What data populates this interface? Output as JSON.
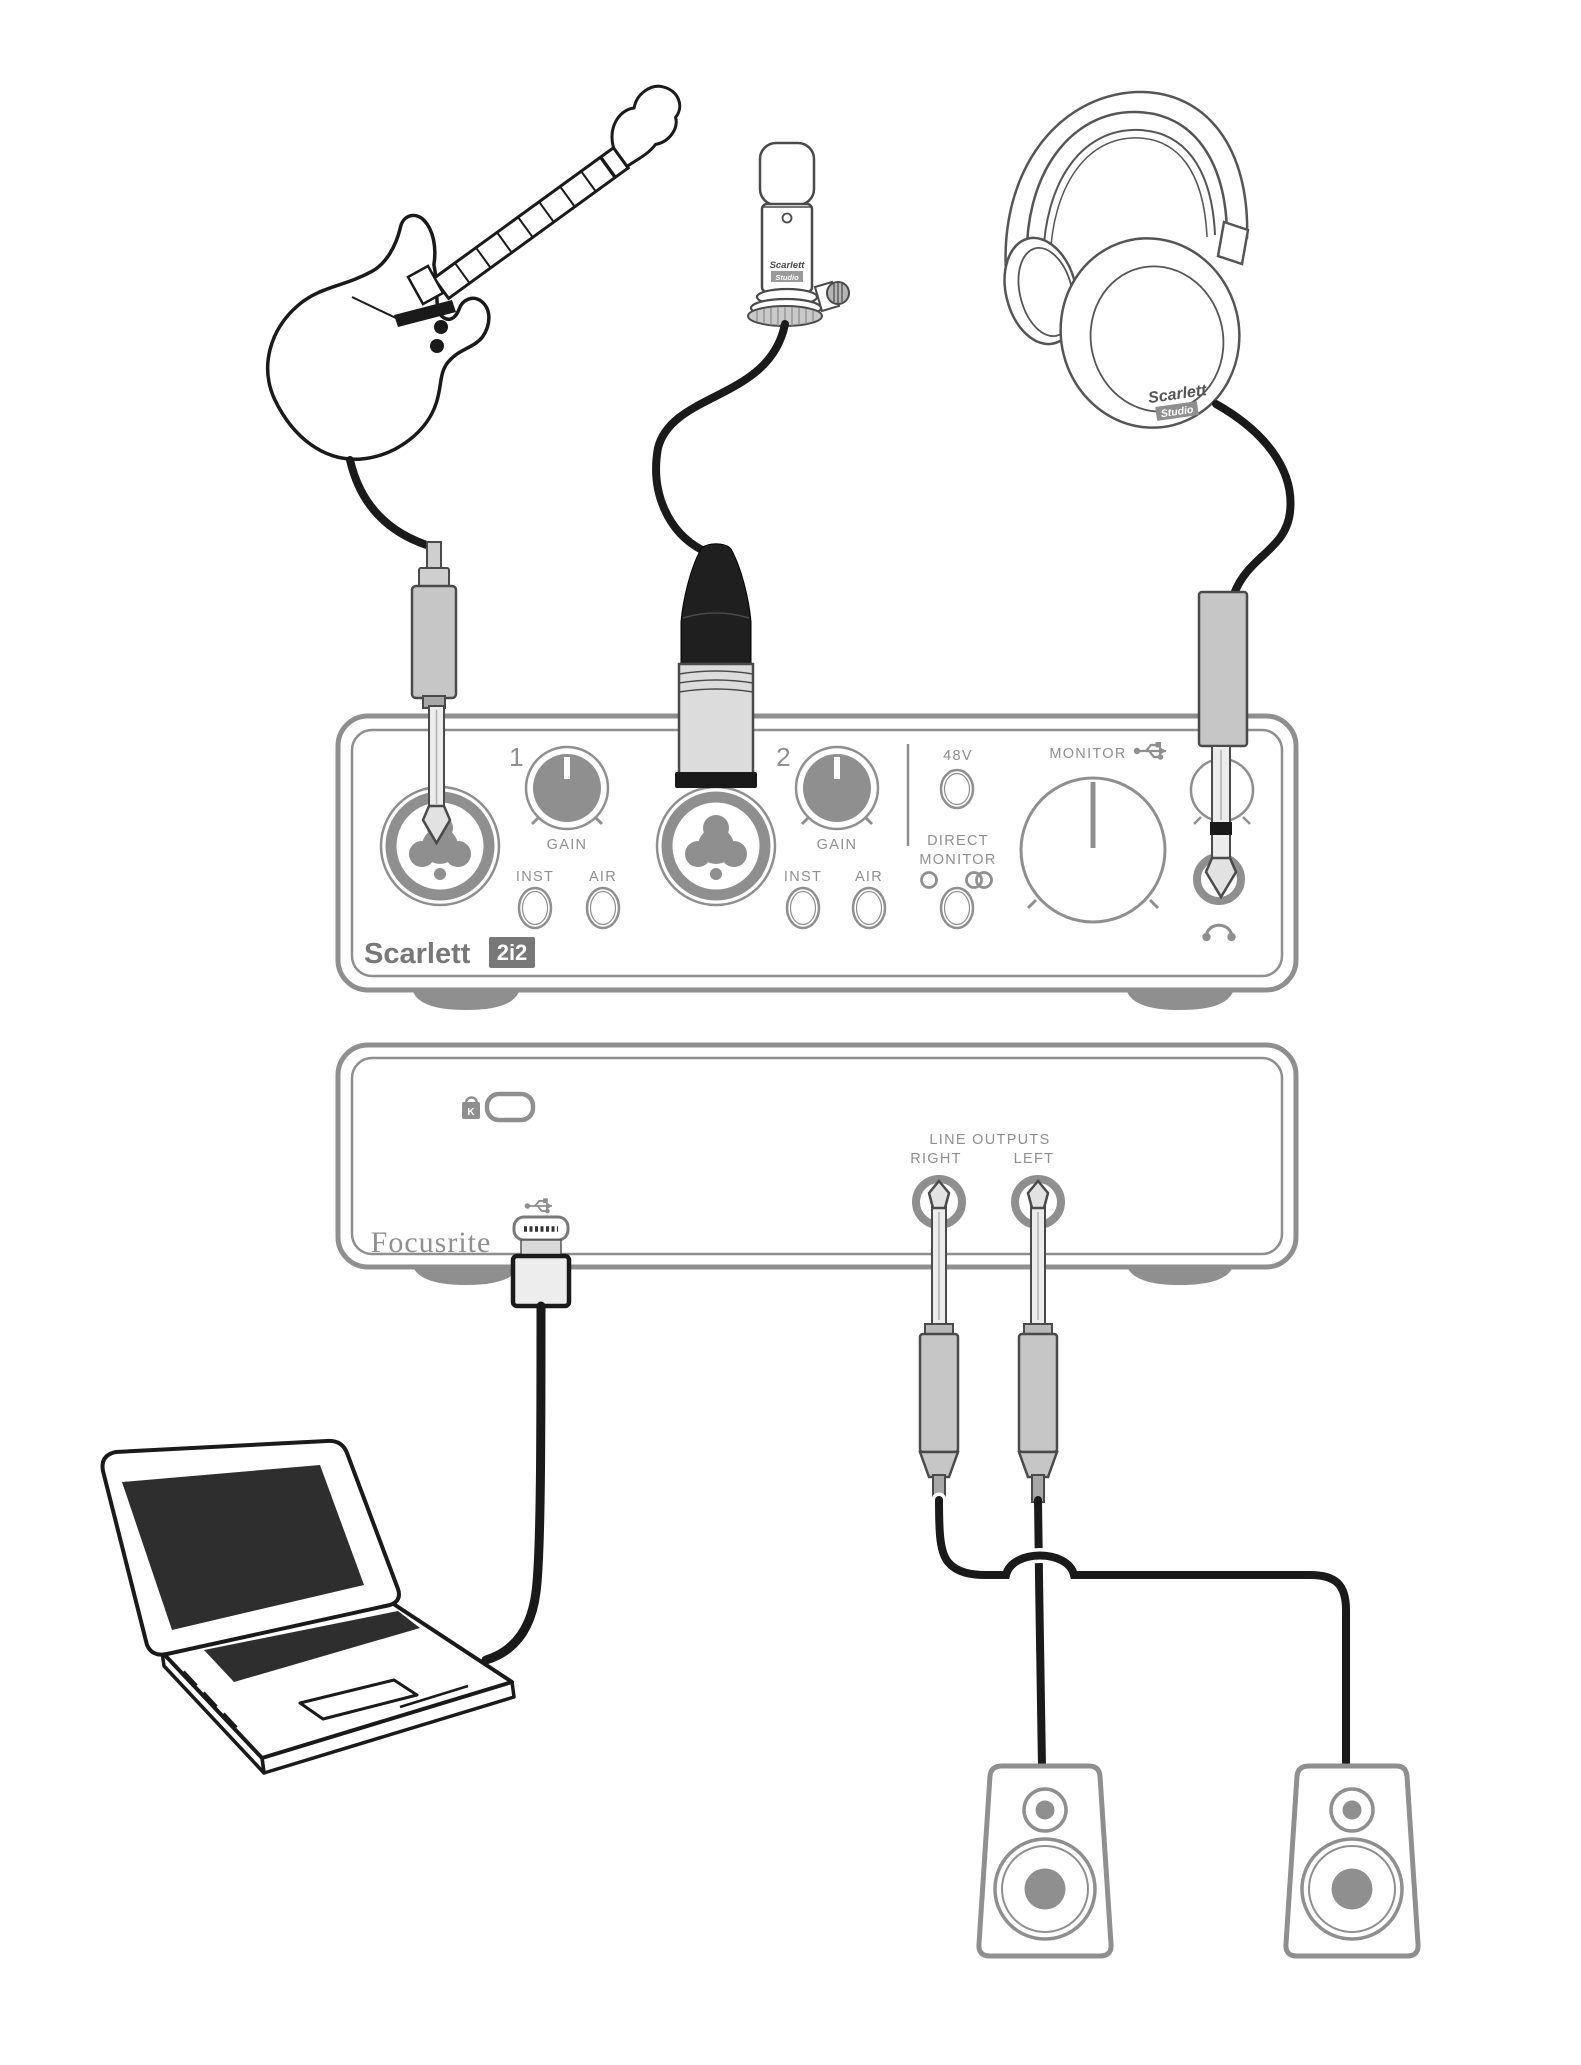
{
  "front_panel": {
    "logo_brand": "Scarlett",
    "logo_model": "2i2",
    "channel_1": {
      "number": "1",
      "gain": "GAIN",
      "inst": "INST",
      "air": "AIR"
    },
    "channel_2": {
      "number": "2",
      "gain": "GAIN",
      "inst": "INST",
      "air": "AIR"
    },
    "phantom": "48V",
    "direct_line1": "DIRECT",
    "direct_line2": "MONITOR",
    "monitor": "MONITOR"
  },
  "back_panel": {
    "brand": "Focusrite",
    "kensington_k": "K",
    "line_outputs": "LINE OUTPUTS",
    "right": "RIGHT",
    "left": "LEFT"
  },
  "headphones": {
    "brand": "Scarlett",
    "model": "Studio"
  },
  "microphone": {
    "brand": "Scarlett",
    "model": "Studio"
  },
  "icons": {
    "usb": "usb-trident-icon",
    "headphone": "headphone-icon",
    "mono": "mono-circle-icon",
    "stereo": "stereo-circles-icon",
    "kensington": "kensington-lock-icon"
  },
  "colors": {
    "panel_outline": "#8f8f8f",
    "panel_text": "#8f8f8f",
    "cable_black": "#1a1a1a",
    "plug_gray": "#c6c6c6",
    "xlr_black": "#1f1f1f",
    "screen_dark": "#2e2e2e",
    "background": "#ffffff"
  }
}
